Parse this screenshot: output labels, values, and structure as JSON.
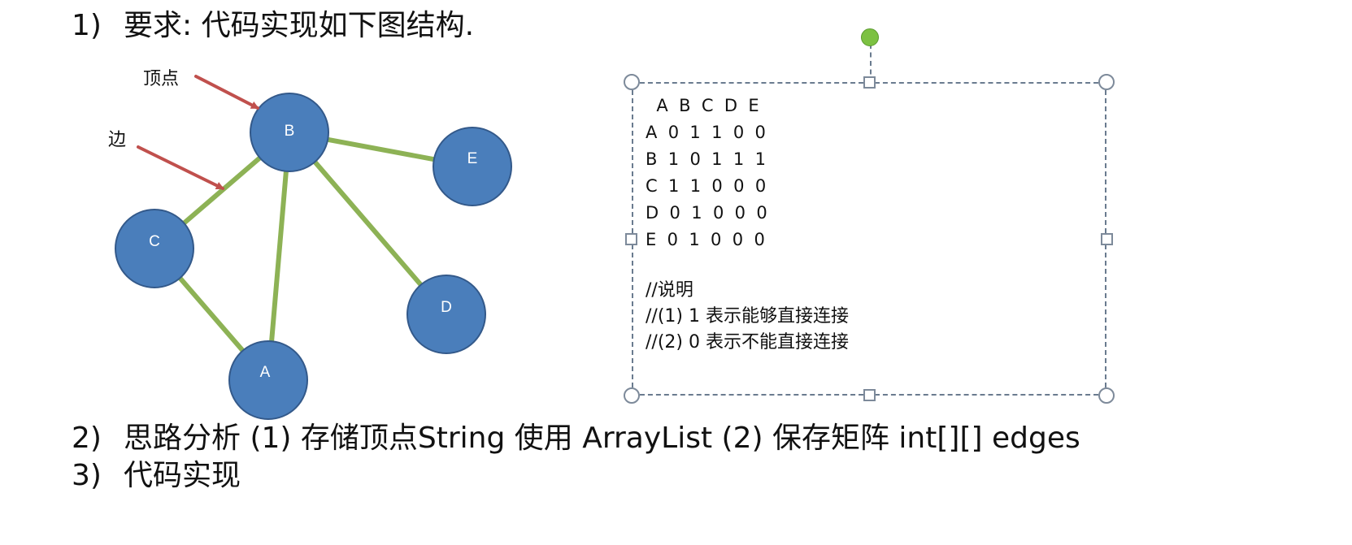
{
  "heading": {
    "item1_num": "1)",
    "item1_text": "要求: 代码实现如下图结构.",
    "item2_num": "2)",
    "item2_text": "思路分析 (1) 存储顶点String 使用 ArrayList (2) 保存矩阵 int[][] edges",
    "item3_num": "3)",
    "item3_text": "代码实现"
  },
  "graph": {
    "annotations": {
      "vertex": "顶点",
      "edge": "边"
    },
    "nodes": [
      "B",
      "E",
      "C",
      "D",
      "A"
    ],
    "colors": {
      "node_fill": "#4a7ebb",
      "node_stroke": "#33598a",
      "edge": "#8db255",
      "arrow": "#c0504d"
    }
  },
  "matrix": {
    "header": "  A  B  C  D  E",
    "rows": [
      "A  0  1  1  0  0",
      "B  1  0  1  1  1",
      "C  1  1  0  0  0",
      "D  0  1  0  0  0",
      "E  0  1  0  0  0"
    ],
    "notes": [
      "//说明",
      "//(1) 1 表示能够直接连接",
      "//(2) 0 表示不能直接连接"
    ]
  }
}
